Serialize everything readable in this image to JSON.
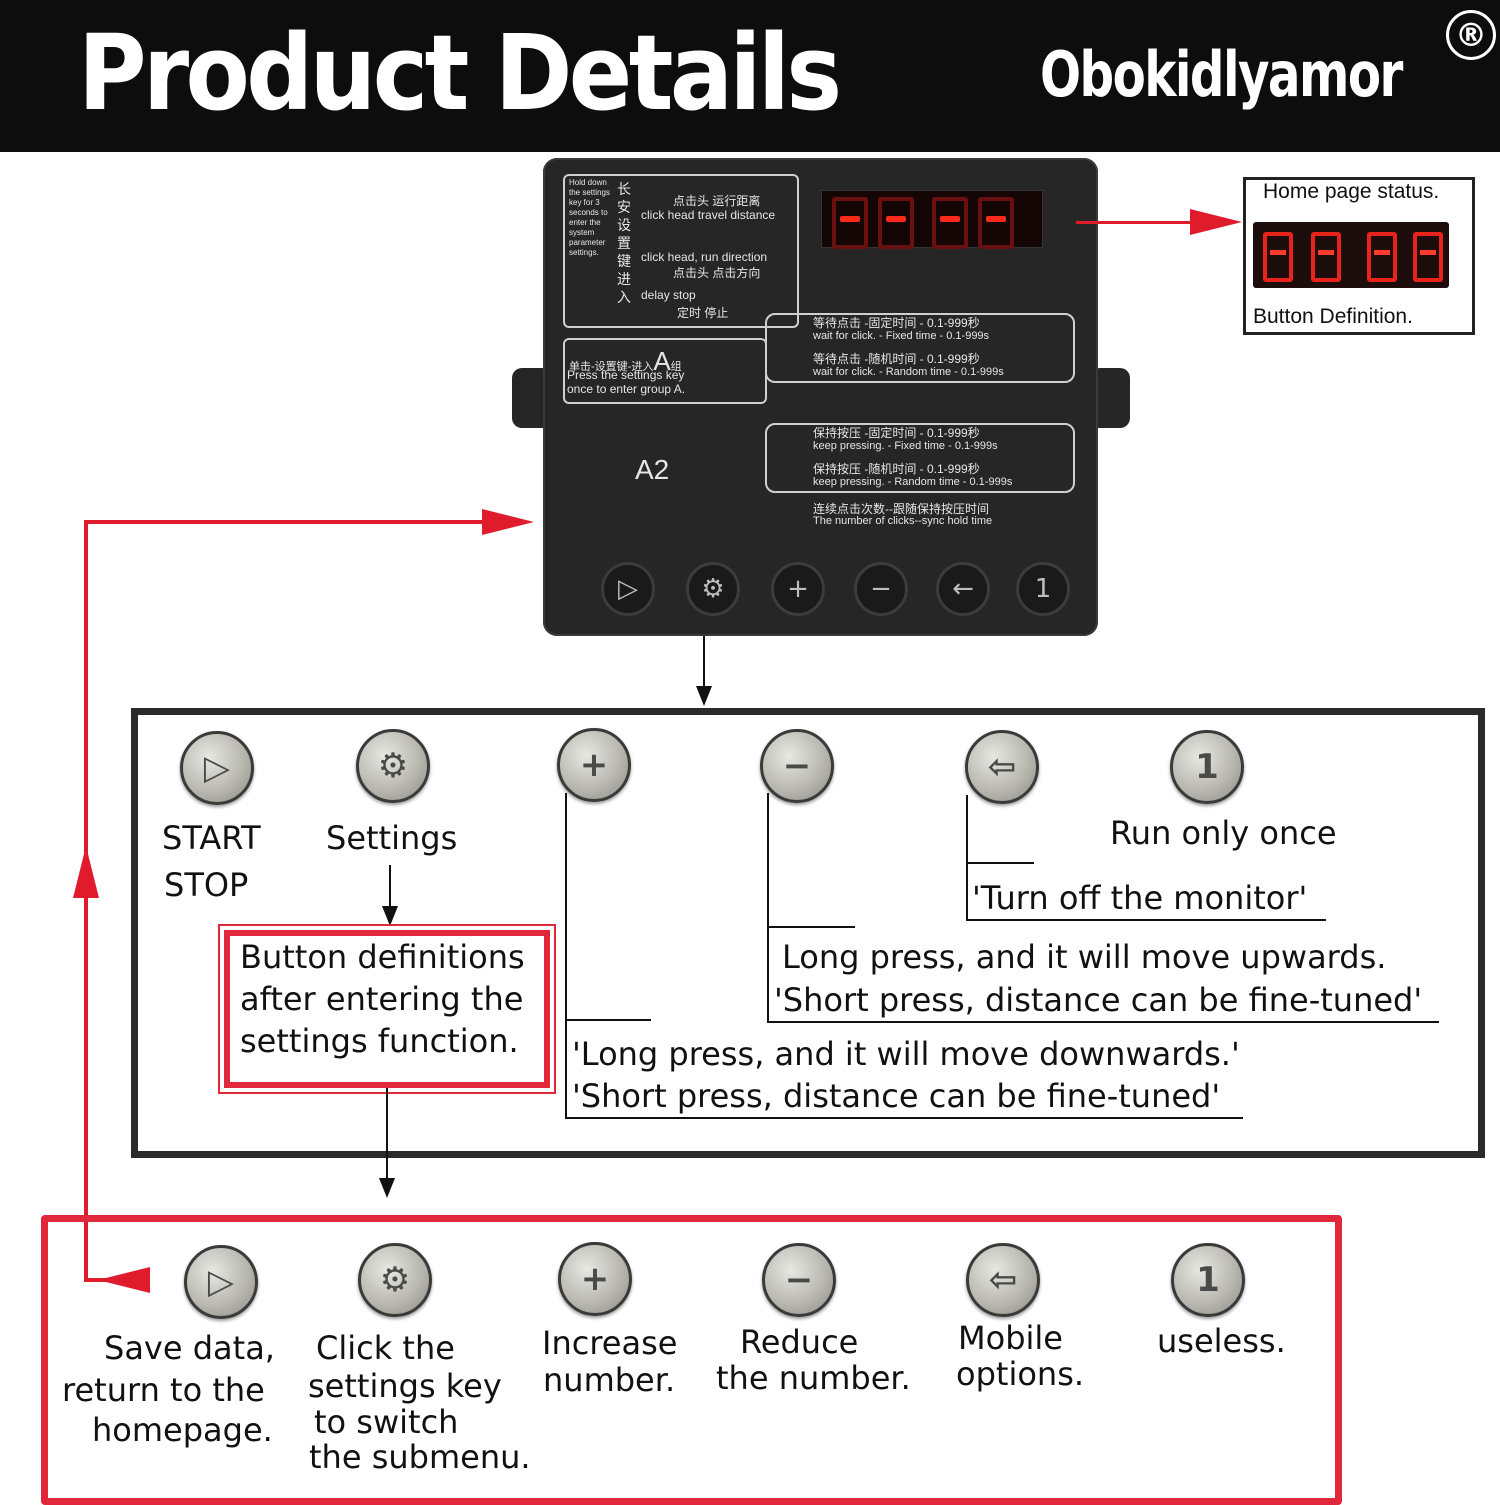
{
  "header": {
    "title": "Product Details",
    "brand": "Obokidlyamor",
    "registered_mark": "®"
  },
  "device": {
    "side_text": "Hold down the settings key for 3 seconds to enter the system parameter settings.",
    "side_cn": "长安设置键进入",
    "row1_cn": "点击头 运行距离",
    "row1_en": "click head travel distance",
    "row2_en": "click head, run direction",
    "row2_cn": "点击头 点击方向",
    "row3_en": "delay stop",
    "row3_cn": "定时 停止",
    "group_cn": "单击-设置键-进入",
    "group_letter": "A",
    "group_cn2": "组",
    "group_en1": "Press the settings key",
    "group_en2": "once to enter group A.",
    "model": "A2",
    "wait_fixed_cn": "等待点击 -固定时间 - 0.1-999秒",
    "wait_fixed_en": "wait for click. - Fixed time - 0.1-999s",
    "wait_random_cn": "等待点击 -随机时间 - 0.1-999秒",
    "wait_random_en": "wait for click. - Random time - 0.1-999s",
    "keep_fixed_cn": "保持按压 -固定时间 - 0.1-999秒",
    "keep_fixed_en": "keep pressing. - Fixed time - 0.1-999s",
    "keep_random_cn": "保持按压 -随机时间 - 0.1-999秒",
    "keep_random_en": "keep pressing. - Random time - 0.1-999s",
    "clicks_cn": "连续点击次数--跟随保持按压时间",
    "clicks_en": "The number of clicks--sync hold time",
    "buttons": [
      "▷",
      "⚙",
      "+",
      "−",
      "←",
      "1"
    ]
  },
  "home_status": {
    "label": "Home page status.",
    "caption": "Button Definition."
  },
  "main_panel": {
    "buttons": [
      "▷",
      "⚙",
      "+",
      "−",
      "⇦",
      "1"
    ],
    "start": "START",
    "stop": "STOP",
    "settings": "Settings",
    "run_once": "Run only once",
    "turn_off": "'Turn off the monitor'",
    "up_long": "Long press, and it will move upwards.",
    "up_short": "'Short press, distance can be fine-tuned'",
    "down_long": "'Long press, and it will move downwards.'",
    "down_short": "'Short press, distance can be fine-tuned'",
    "settings_box": [
      "Button definitions",
      "after entering the",
      "settings function."
    ]
  },
  "settings_panel": {
    "buttons": [
      "▷",
      "⚙",
      "+",
      "−",
      "⇦",
      "1"
    ],
    "save": [
      "Save data,",
      "return to the",
      "homepage."
    ],
    "click": [
      "Click the",
      "settings key",
      "to switch",
      "the submenu."
    ],
    "increase": [
      "Increase",
      "number."
    ],
    "reduce": [
      "Reduce",
      "the number."
    ],
    "mobile": [
      "Mobile",
      "options."
    ],
    "useless": "useless."
  },
  "colors": {
    "accent_red": "#e01b2c",
    "header_bg": "#0d0d0d",
    "device_body": "#262626",
    "led_red": "#ff2a1a"
  }
}
